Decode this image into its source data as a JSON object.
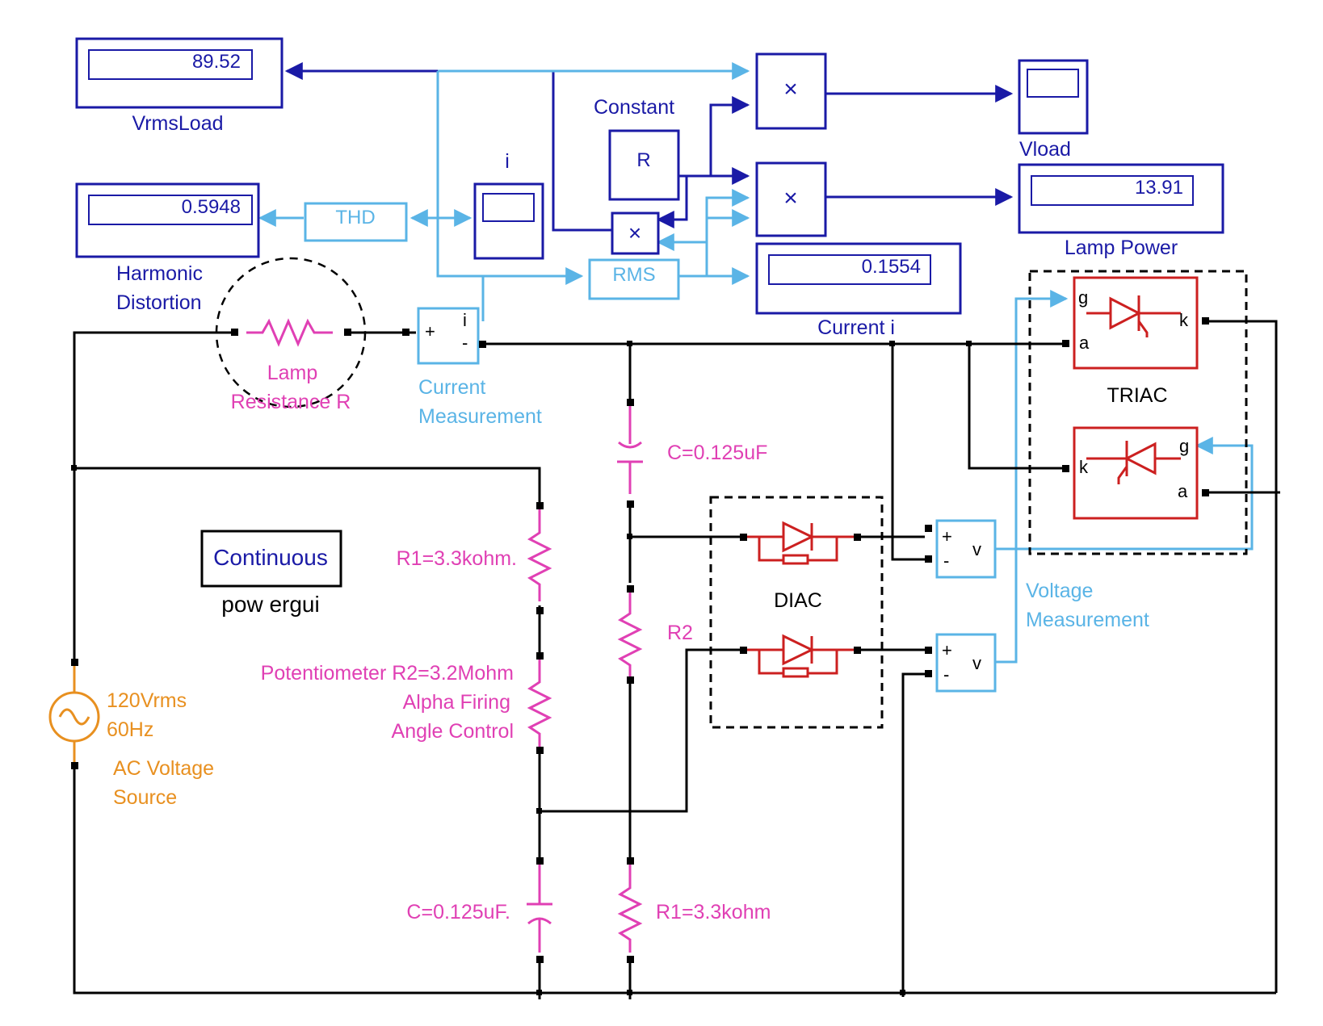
{
  "displays": {
    "vrms_load": {
      "value": "89.52",
      "label": "VrmsLoad"
    },
    "harmonic_distortion": {
      "value": "0.5948",
      "label_line1": "Harmonic",
      "label_line2": "Distortion"
    },
    "lamp_power": {
      "value": "13.91",
      "label": "Lamp Power"
    },
    "current_i": {
      "value": "0.1554",
      "label": "Current i"
    }
  },
  "scopes": {
    "i_scope": {
      "label": "i"
    },
    "vload_scope": {
      "label": "Vload"
    }
  },
  "blocks": {
    "constant": {
      "label": "Constant",
      "value": "R"
    },
    "thd": {
      "label": "THD"
    },
    "rms": {
      "label": "RMS"
    },
    "multiply_symbol": "×",
    "powergui": {
      "mode": "Continuous",
      "label": "pow ergui"
    },
    "current_measurement": {
      "label_line1": "Current",
      "label_line2": "Measurement",
      "plus": "+",
      "minus": "-",
      "port": "i"
    },
    "voltage_measurement": {
      "label_line1": "Voltage",
      "label_line2": "Measurement",
      "plus": "+",
      "minus": "-",
      "port": "v"
    },
    "triac": {
      "label": "TRIAC",
      "pin_g": "g",
      "pin_a": "a",
      "pin_k": "k"
    },
    "diac": {
      "label": "DIAC"
    }
  },
  "components": {
    "lamp": {
      "line1": "Lamp",
      "line2": "Resistance R"
    },
    "c_upper": "C=0.125uF",
    "r1_upper": "R1=3.3kohm.",
    "r2": "R2",
    "pot_line1": "Potentiometer R2=3.2Mohm",
    "pot_line2": "Alpha Firing",
    "pot_line3": "Angle Control",
    "c_lower": "C=0.125uF.",
    "r1_lower": "R1=3.3kohm",
    "source": {
      "line1": "120Vrms",
      "line2": "60Hz",
      "line3": "AC Voltage",
      "line4": "Source"
    }
  },
  "colors": {
    "signal_dark_blue": "#1a1aa6",
    "signal_light_blue": "#5ab4e6",
    "electrical_black": "#000000",
    "passive_magenta": "#e040b4",
    "semiconductor_red": "#cc2020",
    "source_orange": "#e89020"
  }
}
